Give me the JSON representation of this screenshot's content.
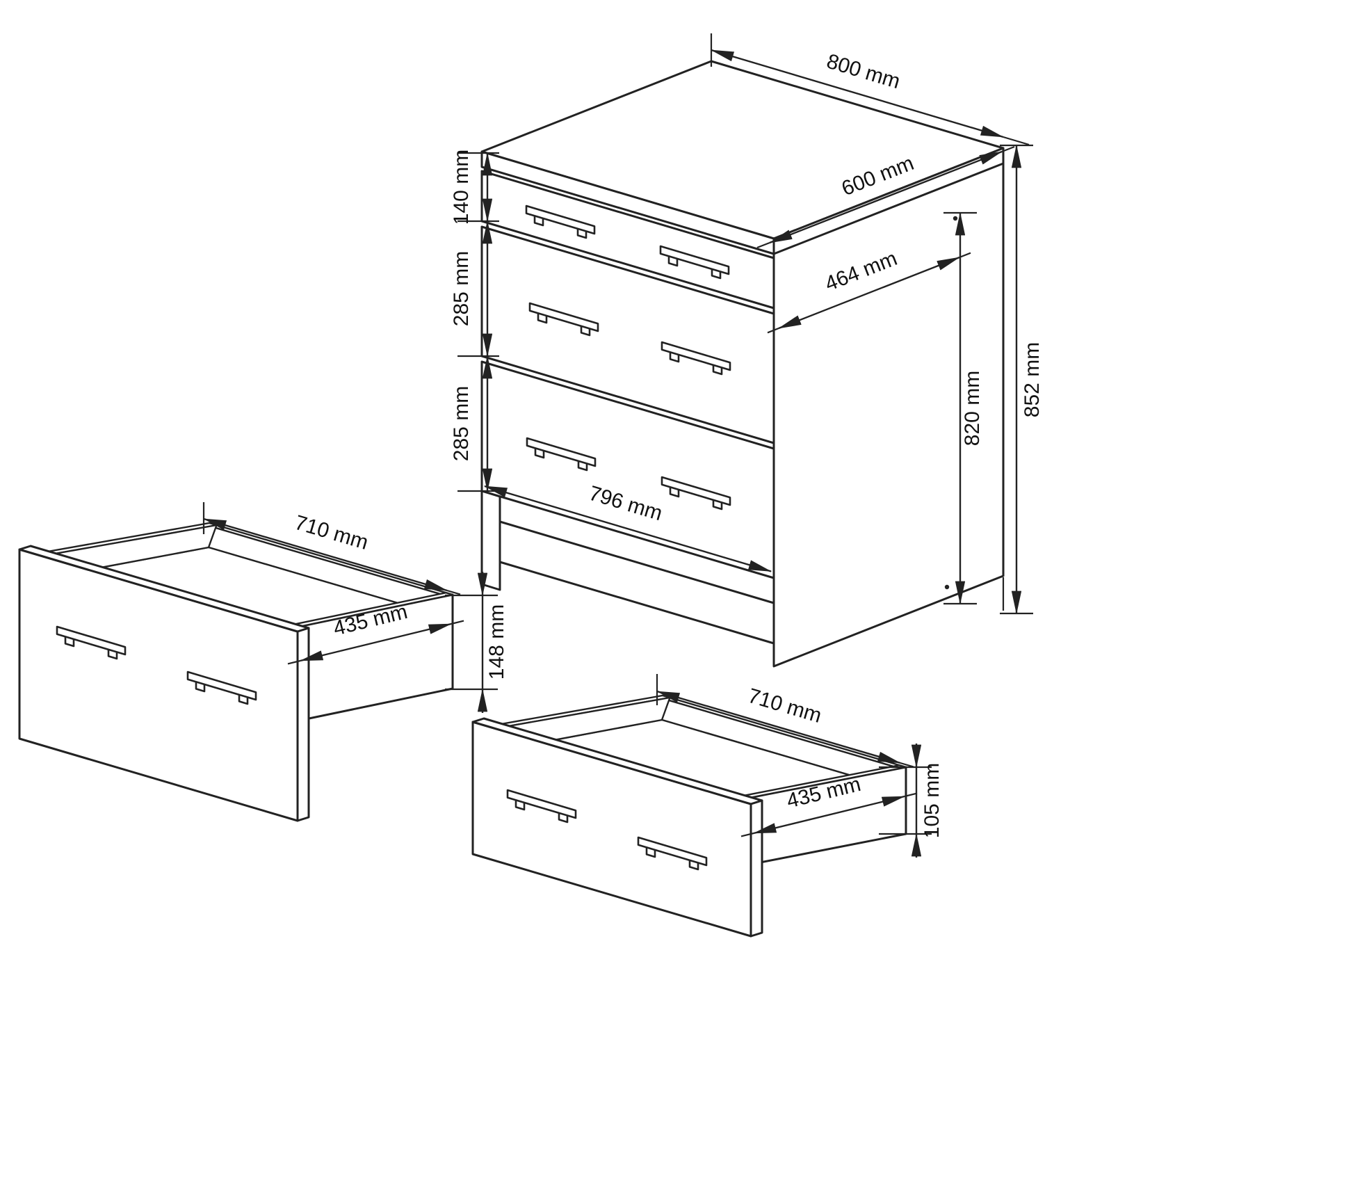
{
  "page": {
    "background": "#ffffff"
  },
  "diagram": {
    "type": "furniture-dimension-drawing",
    "subject": "chest-of-drawers-with-two-loose-drawers",
    "line_color": "#222222",
    "cabinet": {
      "top_width": "800 mm",
      "top_depth": "600 mm",
      "inner_depth": "464 mm",
      "total_height": "852 mm",
      "side_height": "820 mm",
      "top_drawer_front": "140 mm",
      "middle_drawer_front": "285 mm",
      "bottom_drawer_front": "285 mm",
      "front_width": "796 mm"
    },
    "large_drawer": {
      "width": "710 mm",
      "depth": "435 mm",
      "height": "148 mm"
    },
    "small_drawer": {
      "width": "710 mm",
      "depth": "435 mm",
      "height": "105 mm"
    }
  }
}
